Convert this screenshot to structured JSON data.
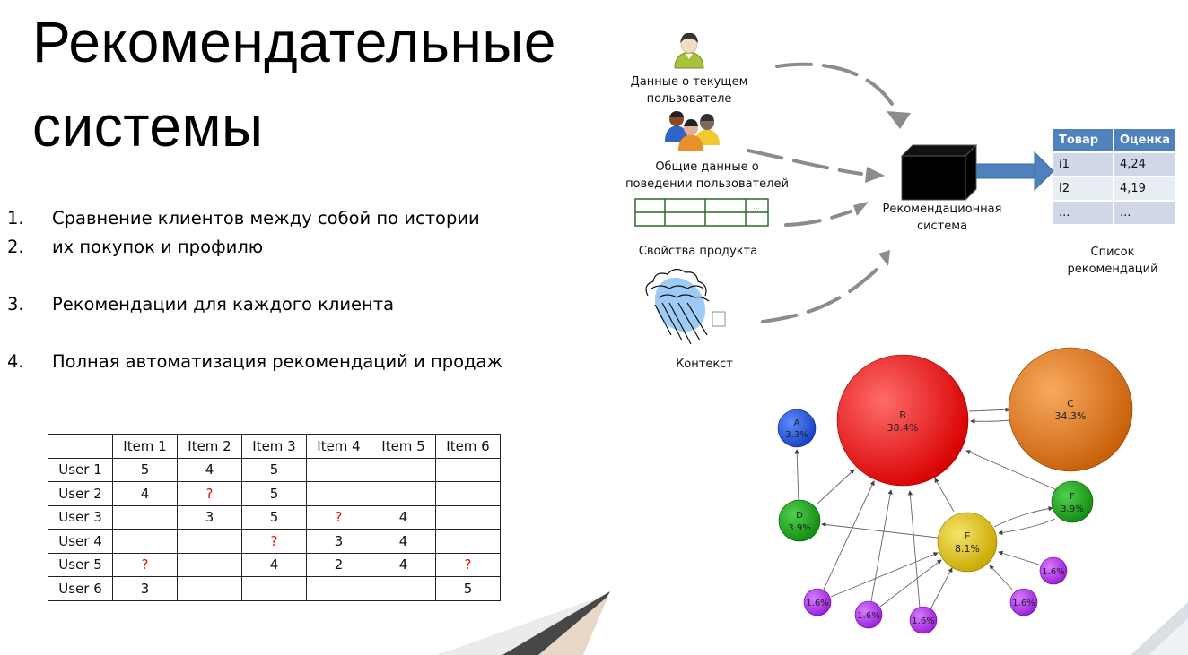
{
  "slide": {
    "title_line1": "Рекомендательные",
    "title_line2": "системы"
  },
  "bullets": [
    {
      "num": "1.",
      "text": "Сравнение клиентов между собой по истории"
    },
    {
      "num": "2.",
      "text": "их покупок и профилю"
    },
    {
      "num": "3.",
      "text": "Рекомендации для каждого клиента"
    },
    {
      "num": "4.",
      "text": "Полная автоматизация рекомендаций и продаж"
    }
  ],
  "rating_matrix": {
    "columns": [
      "",
      "Item 1",
      "Item 2",
      "Item 3",
      "Item 4",
      "Item 5",
      "Item 6"
    ],
    "rows": [
      {
        "user": "User 1",
        "cells": [
          "5",
          "4",
          "5",
          "",
          "",
          ""
        ]
      },
      {
        "user": "User 2",
        "cells": [
          "4",
          "?",
          "5",
          "",
          "",
          ""
        ]
      },
      {
        "user": "User 3",
        "cells": [
          "",
          "3",
          "5",
          "?",
          "4",
          ""
        ]
      },
      {
        "user": "User 4",
        "cells": [
          "",
          "",
          "?",
          "3",
          "4",
          ""
        ]
      },
      {
        "user": "User 5",
        "cells": [
          "?",
          "",
          "4",
          "2",
          "4",
          "?"
        ]
      },
      {
        "user": "User 6",
        "cells": [
          "3",
          "",
          "",
          "",
          "",
          "5"
        ]
      }
    ],
    "unknown_color": "#e01010"
  },
  "flow_diagram": {
    "inputs": {
      "current_user_l1": "Данные о текущем",
      "current_user_l2": "пользователе",
      "all_users_l1": "Общие данные о",
      "all_users_l2": "поведении пользователей",
      "product_props": "Свойства продукта",
      "context": "Контекст"
    },
    "product_grid_ellipsis": "...",
    "system_l1": "Рекомендационная",
    "system_l2": "система",
    "output_caption_l1": "Список",
    "output_caption_l2": "рекомендаций",
    "output_table": {
      "headers": [
        "Товар",
        "Оценка"
      ],
      "rows": [
        [
          "i1",
          "4,24"
        ],
        [
          "I2",
          "4,19"
        ],
        [
          "...",
          "..."
        ]
      ]
    },
    "colors": {
      "arrow": "#8c8c8c",
      "output_arrow": "#4f81bd",
      "header": "#4f81bd",
      "row": "#d0d8e8"
    }
  },
  "pagerank_graph": {
    "nodes": [
      {
        "id": "A",
        "label": "A",
        "value": "3.3%",
        "color": "#2a5be0"
      },
      {
        "id": "B",
        "label": "B",
        "value": "38.4%",
        "color": "#e41a1c"
      },
      {
        "id": "C",
        "label": "C",
        "value": "34.3%",
        "color": "#e07d1f"
      },
      {
        "id": "D",
        "label": "D",
        "value": "3.9%",
        "color": "#23a020"
      },
      {
        "id": "E",
        "label": "E",
        "value": "8.1%",
        "color": "#e0c21a"
      },
      {
        "id": "F",
        "label": "F",
        "value": "3.9%",
        "color": "#23a020"
      },
      {
        "id": "P1",
        "label": "",
        "value": "1.6%",
        "color": "#b13ee6"
      },
      {
        "id": "P2",
        "label": "",
        "value": "1.6%",
        "color": "#b13ee6"
      },
      {
        "id": "P3",
        "label": "",
        "value": "1.6%",
        "color": "#b13ee6"
      },
      {
        "id": "P4",
        "label": "",
        "value": "1.6%",
        "color": "#b13ee6"
      },
      {
        "id": "P5",
        "label": "",
        "value": "1.6%",
        "color": "#b13ee6"
      }
    ]
  }
}
